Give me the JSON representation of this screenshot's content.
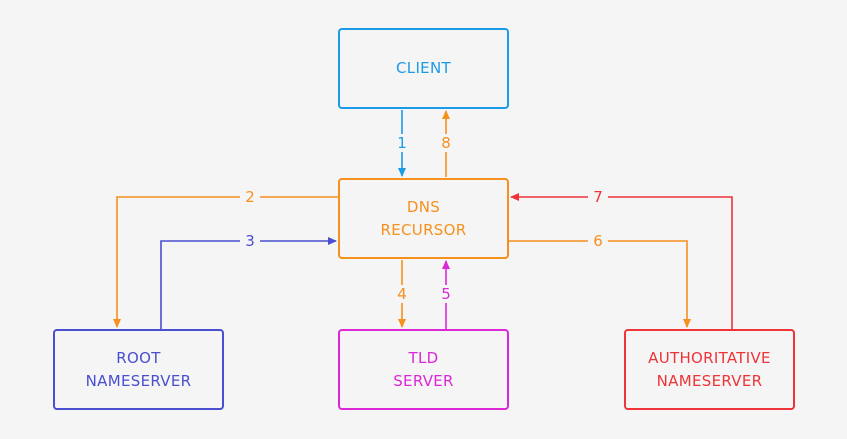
{
  "colors": {
    "background": "#f5f5f5",
    "client": "#1a9be6",
    "dns": "#f6901e",
    "root": "#4a4ed0",
    "tld": "#da28d6",
    "authoritative": "#ee3438"
  },
  "nodes": {
    "client": {
      "lines": [
        "CLIENT"
      ]
    },
    "dns": {
      "lines": [
        "DNS",
        "RECURSOR"
      ]
    },
    "root": {
      "lines": [
        "ROOT",
        "NAMESERVER"
      ]
    },
    "tld": {
      "lines": [
        "TLD",
        "SERVER"
      ]
    },
    "authoritative": {
      "lines": [
        "AUTHORITATIVE",
        "NAMESERVER"
      ]
    }
  },
  "steps": [
    "1",
    "2",
    "3",
    "4",
    "5",
    "6",
    "7",
    "8"
  ]
}
